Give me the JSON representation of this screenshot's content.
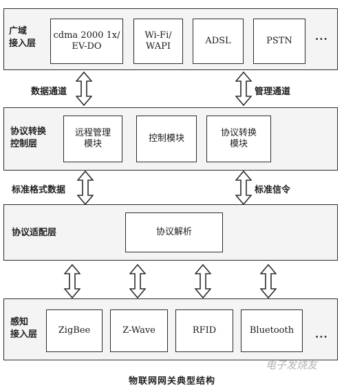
{
  "layers": {
    "wan": {
      "label": "广域\n接入层",
      "boxes": [
        "cdma 2000 1x/\nEV-DO",
        "Wi-Fi/\nWAPI",
        "ADSL",
        "PSTN"
      ],
      "ellipsis": "···"
    },
    "conversion": {
      "label": "协议转换\n控制层",
      "boxes": [
        "远程管理\n模块",
        "控制模块",
        "协议转换\n模块"
      ]
    },
    "adaptation": {
      "label": "协议适配层",
      "boxes": [
        "协议解析"
      ]
    },
    "sensing": {
      "label": "感知\n接入层",
      "boxes": [
        "ZigBee",
        "Z-Wave",
        "RFID",
        "Bluetooth"
      ],
      "ellipsis": "···"
    }
  },
  "arrows": {
    "data_channel": "数据通道",
    "management_channel": "管理通道",
    "standard_format_data": "标准格式数据",
    "standard_signaling": "标准信令"
  },
  "caption": "物联网网关典型结构",
  "watermark": "电子发烧友",
  "colors": {
    "border": "#2a2a2a",
    "layer_fill": "#f4f4f4",
    "box_fill": "#ffffff"
  }
}
